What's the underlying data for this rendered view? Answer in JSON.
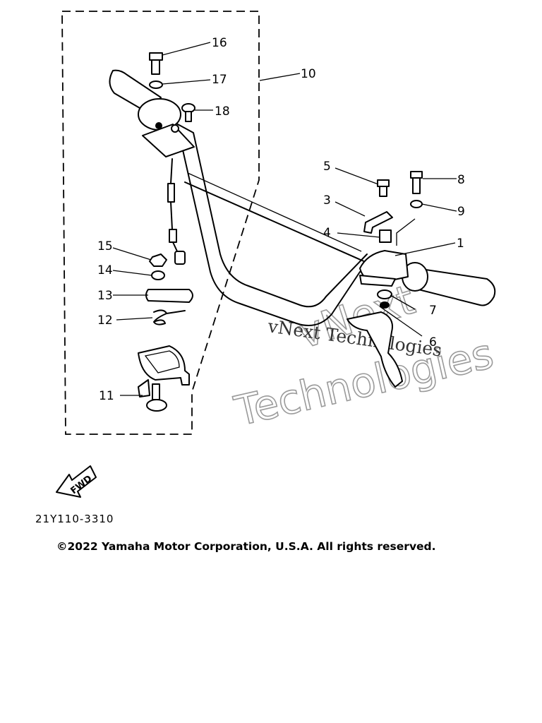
{
  "diagram": {
    "callouts": {
      "c1": "1",
      "c3": "3",
      "c4": "4",
      "c5": "5",
      "c6": "6",
      "c7": "7",
      "c8": "8",
      "c9": "9",
      "c10": "10",
      "c11": "11",
      "c12": "12",
      "c13": "13",
      "c14": "14",
      "c15": "15",
      "c16": "16",
      "c17": "17",
      "c18": "18"
    },
    "fwd_label": "FWD",
    "drawing_code": "21Y110-3310",
    "copyright": "©2022 Yamaha Motor Corporation, U.S.A. All rights reserved."
  },
  "watermark": {
    "line1": "vNext Technologies",
    "line2": "Technologies",
    "line3": "vNext"
  }
}
